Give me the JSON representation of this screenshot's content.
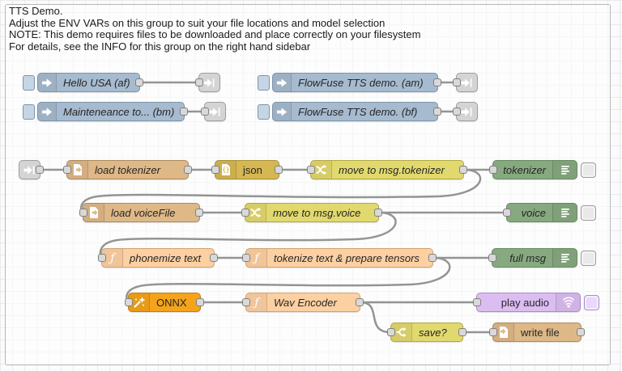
{
  "app": "node-red-flow-editor",
  "group": {
    "label_lines": [
      "TTS Demo.",
      "Adjust the ENV VARs on this group to suit your file locations and model selection",
      "NOTE: This demo requires files to be downloaded and place correctly on your filesystem",
      "For details, see the INFO for this group on the right hand sidebar"
    ]
  },
  "nodes": {
    "hello_usa": {
      "label": "Hello USA (af)",
      "type": "inject"
    },
    "maintenance": {
      "label": "Mainteneance to... (bm)",
      "type": "inject"
    },
    "flowfuse_am": {
      "label": "FlowFuse TTS demo. (am)",
      "type": "inject"
    },
    "flowfuse_bf": {
      "label": "FlowFuse TTS demo. (bf)",
      "type": "inject"
    },
    "link_out_a": {
      "label": "",
      "type": "link-out"
    },
    "link_out_b": {
      "label": "",
      "type": "link-out"
    },
    "link_out_c": {
      "label": "",
      "type": "link-out"
    },
    "link_out_d": {
      "label": "",
      "type": "link-out"
    },
    "link_in": {
      "label": "",
      "type": "link-in"
    },
    "load_tokenizer": {
      "label": "load tokenizer",
      "type": "file-in"
    },
    "json": {
      "label": "json",
      "type": "json"
    },
    "move_tokenizer": {
      "label": "move to msg.tokenizer",
      "type": "change"
    },
    "tokenizer_debug": {
      "label": "tokenizer",
      "type": "debug"
    },
    "load_voicefile": {
      "label": "load voiceFile",
      "type": "file-in"
    },
    "move_voice": {
      "label": "move to msg.voice",
      "type": "change"
    },
    "voice_debug": {
      "label": "voice",
      "type": "debug"
    },
    "phonemize": {
      "label": "phonemize text",
      "type": "function"
    },
    "tokenize_tensors": {
      "label": "tokenize text & prepare tensors",
      "type": "function"
    },
    "full_msg_debug": {
      "label": "full msg",
      "type": "debug"
    },
    "onnx": {
      "label": "ONNX",
      "type": "onnx"
    },
    "wav_encoder": {
      "label": "Wav Encoder",
      "type": "function"
    },
    "play_audio": {
      "label": "play audio",
      "type": "play-audio"
    },
    "save": {
      "label": "save?",
      "type": "switch"
    },
    "write_file": {
      "label": "write file",
      "type": "file-out"
    }
  },
  "icons": {
    "inject": "arrow-right-icon",
    "link": "link-arrow-icon",
    "file_in": "file-read-icon",
    "file_out": "file-write-icon",
    "json": "json-braces-icon",
    "change": "shuffle-icon",
    "switch": "fork-icon",
    "function": "function-f-icon",
    "debug": "list-lines-icon",
    "onnx": "magic-wand-icon",
    "play_audio": "sound-waves-icon"
  },
  "palette": {
    "inject": "#a6bbcf",
    "inject_border": "#7d93a8",
    "inject_button": "#c6d5e4",
    "link": "#d4d4d4",
    "link_border": "#9e9e9e",
    "file": "#deb887",
    "file_border": "#ab8a5e",
    "json": "#d6b852",
    "json_border": "#a8913d",
    "change": "#e2d96e",
    "change_border": "#b1a845",
    "debug": "#87a980",
    "debug_border": "#688a60",
    "debug_button": "#e9e9e9",
    "function": "#fdd0a2",
    "function_border": "#d1a26e",
    "onnx": "#f5a31a",
    "onnx_border": "#c07c0a",
    "play": "#dbbdf2",
    "play_border": "#a98bc9",
    "play_button": "#ead9fc",
    "wire": "#949494",
    "port": "#d9d9d9",
    "port_border": "#7f7f7f",
    "canvas_grid": "#e7eaec",
    "group_border": "#b7b7b7",
    "label_text": "#262626"
  }
}
